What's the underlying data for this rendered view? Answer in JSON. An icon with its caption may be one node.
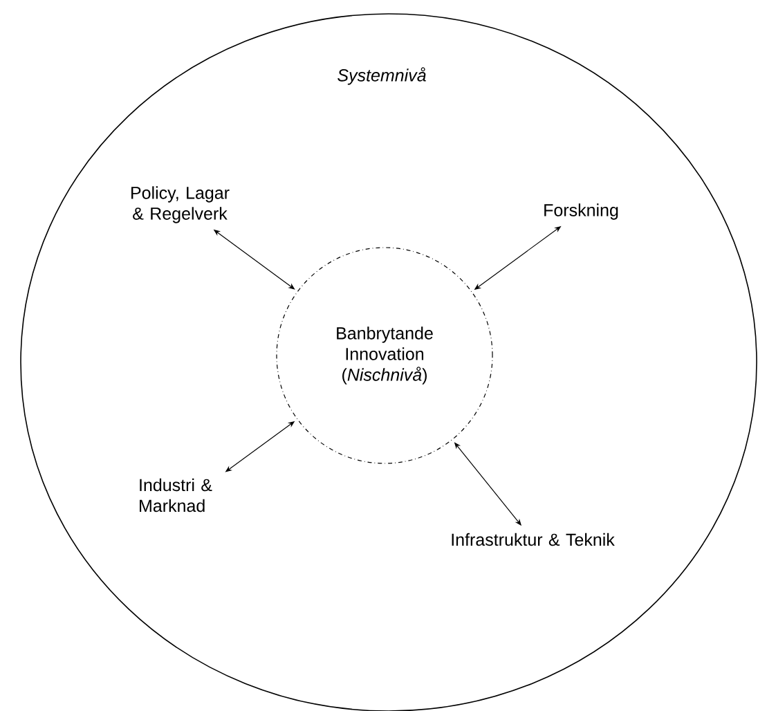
{
  "diagram": {
    "nodes": [
      {
        "text": [
          "Systemnivå"
        ]
      },
      {
        "text": [
          "Banbrytande Innovation (*Nischnivå*)"
        ],
        "in": 0
      },
      {
        "text": [
          "Policy, Lagar & Regelverk"
        ],
        "in": 0
      },
      {
        "text": [
          "Forskning"
        ],
        "in": 0
      },
      {
        "text": [
          "Industri & Marknad"
        ],
        "in": 0
      },
      {
        "text": [
          "Infrastruktur & Teknik"
        ],
        "in": 0
      }
    ],
    "edges": [
      {
        "from": 1,
        "to": 2,
        "arrow": "both"
      },
      {
        "from": 1,
        "to": 3,
        "arrow": "both"
      },
      {
        "from": 1,
        "to": 4,
        "arrow": "both"
      },
      {
        "from": 1,
        "to": 5,
        "arrow": "both"
      }
    ]
  }
}
